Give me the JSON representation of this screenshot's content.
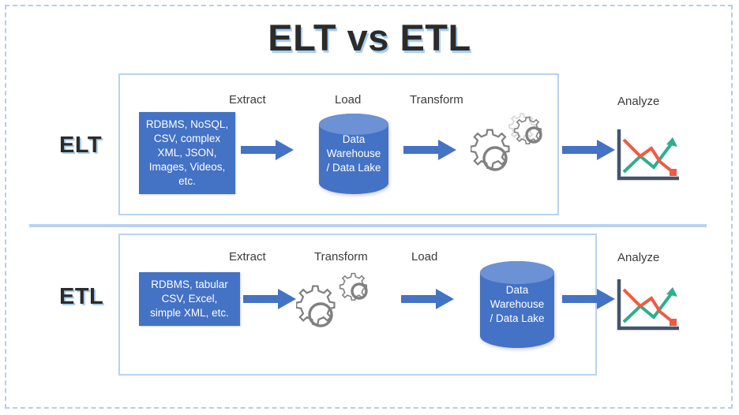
{
  "title": "ELT vs ETL",
  "rows": [
    {
      "key": "elt",
      "label": "ELT",
      "source_text": "RDBMS, NoSQL, CSV, complex XML, JSON, Images, Videos, etc.",
      "stages": [
        "Extract",
        "Load",
        "Transform",
        "Analyze"
      ],
      "warehouse_text": "Data Warehouse / Data Lake",
      "warehouse_lines": [
        "Data",
        "Warehouse",
        "/ Data Lake"
      ],
      "source_lines": [
        "RDBMS, NoSQL,",
        "CSV, complex",
        "XML, JSON,",
        "Images, Videos,",
        "etc."
      ]
    },
    {
      "key": "etl",
      "label": "ETL",
      "source_text": "RDBMS, tabular CSV, Excel, simple XML, etc.",
      "stages": [
        "Extract",
        "Transform",
        "Load",
        "Analyze"
      ],
      "warehouse_text": "Data Warehouse / Data Lake",
      "warehouse_lines": [
        "Data",
        "Warehouse",
        "/ Data Lake"
      ],
      "source_lines": [
        "RDBMS, tabular",
        "CSV, Excel,",
        "simple XML, etc."
      ]
    }
  ],
  "icons": {
    "arrow": "right-block-arrow-icon",
    "gears": "gears-icon",
    "cylinder": "database-cylinder-icon",
    "chart": "line-chart-icon"
  },
  "colors": {
    "accent_blue": "#4472c4",
    "light_blue": "#b9d3ee",
    "title_shadow": "#a8cdf0",
    "chart_axis": "#44546a",
    "chart_up": "#2eae8e",
    "chart_down": "#ef5a45",
    "gear_stroke": "#808080",
    "cylinder_top": "#6c91d4"
  }
}
